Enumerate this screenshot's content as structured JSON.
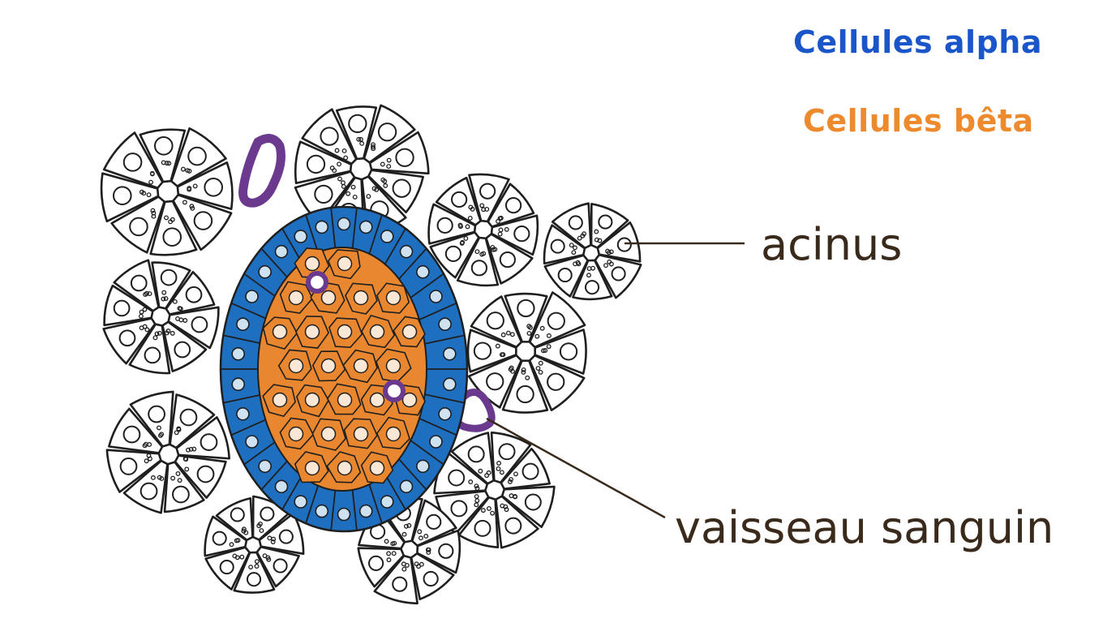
{
  "legend": {
    "alpha_label": "Cellules alpha",
    "beta_label": "Cellules bêta"
  },
  "callouts": {
    "acinus": "acinus",
    "vessel": "vaisseau sanguin"
  },
  "colors": {
    "alpha_cells": "#1F6FC0",
    "alpha_text": "#1A56C9",
    "beta_cells": "#E8872F",
    "beta_text": "#EE8A2E",
    "blood_vessel": "#6B3A8E",
    "outline": "#1f1f1f",
    "label_text": "#3a2a1c"
  }
}
